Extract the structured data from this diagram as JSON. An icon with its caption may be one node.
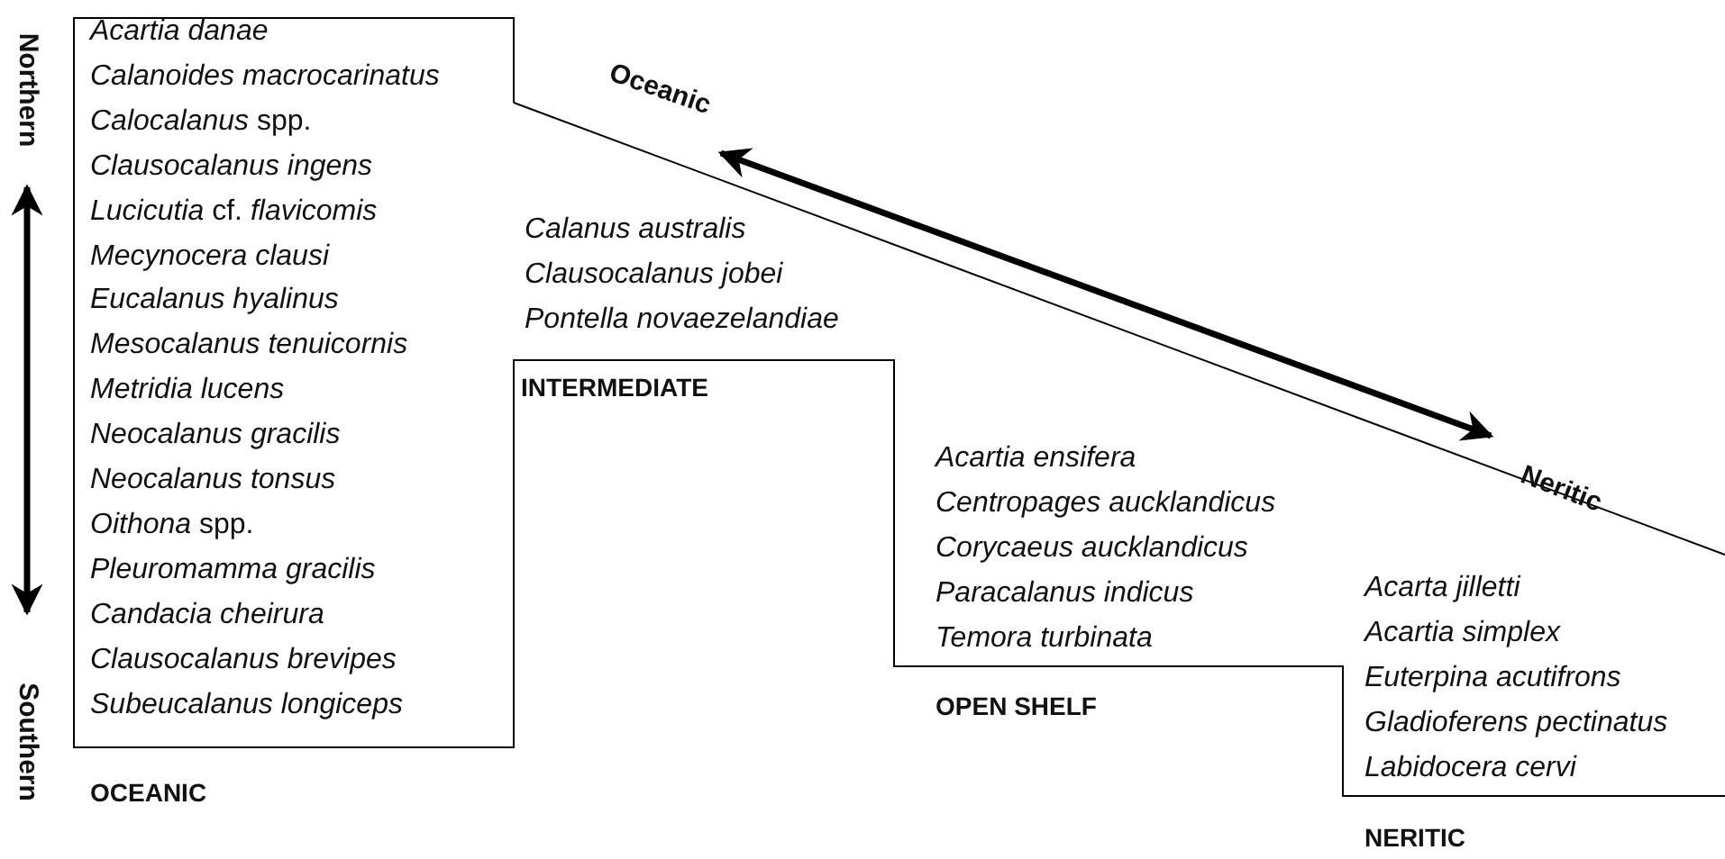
{
  "diagram": {
    "labels": [
      "Northern",
      "Southern",
      "Acartia danae",
      "Calanoides macrocarinatus",
      "*Calocalanus* spp.",
      "Clausocalanus ingens",
      "*Lucicutia* cf. *flavicomis*",
      "Mecynocera clausi",
      "Eucalanus hyalinus",
      "Mesocalanus tenuicornis",
      "Metridia lucens",
      "Neocalanus gracilis",
      "Neocalanus tonsus",
      "*Oithona* spp.",
      "Pleuromamma gracilis",
      "Candacia cheirura",
      "Clausocalanus brevipes",
      "Subeucalanus longiceps",
      "OCEANIC",
      "Oceanic",
      "Calanus australis",
      "Clausocalanus jobei",
      "Pontella novaezelandiae",
      "INTERMEDIATE",
      "Neritic",
      "Acartia ensifera",
      "Centropages aucklandicus",
      "Corycaeus aucklandicus",
      "Paracalanus indicus",
      "Temora turbinata",
      "OPEN SHELF",
      "Acarta jilletti",
      "Acartia simplex",
      "Euterpina acutifrons",
      "Gladioferens pectinatus",
      "Labidocera cervi",
      "NERITIC"
    ]
  }
}
